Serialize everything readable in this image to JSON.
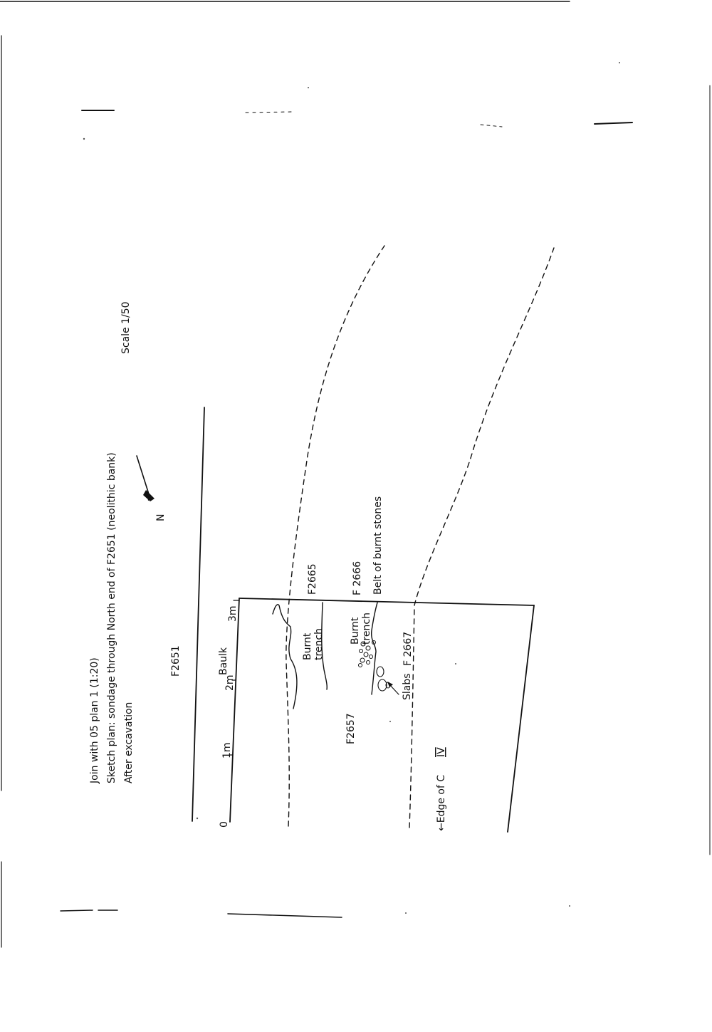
{
  "header": {
    "line1": "Join with 05 plan 1 (1:20)",
    "line2": "Sketch plan: sondage through North end of F2651  (neolithic bank)",
    "line3": "After excavation",
    "scale": "Scale 1/50"
  },
  "north_arrow": {
    "label": "N"
  },
  "features": {
    "f2651": "F2651",
    "f2657": "F2657",
    "f2665": "F2665",
    "f2666": "F 2666",
    "f2667": "F 2667",
    "belt": "Belt of burnt stones",
    "burnt_trench_1": [
      "Burnt",
      "trench"
    ],
    "burnt_trench_2": [
      "Burnt",
      "trench"
    ],
    "slabs": "Slabs",
    "edge_prefix": "←Edge of C",
    "edge_roman": "IV",
    "baulk": "Baulk"
  },
  "scale_bar": {
    "ticks": [
      "0",
      "1m",
      "2m",
      "3m"
    ]
  }
}
